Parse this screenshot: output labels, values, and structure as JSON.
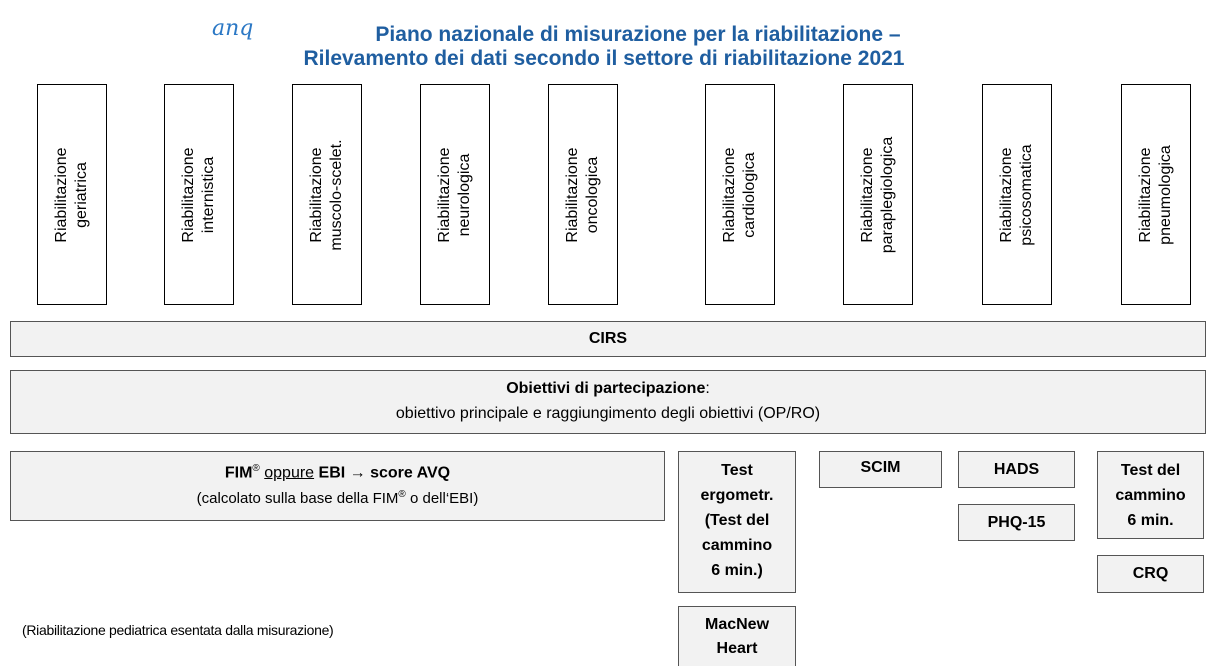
{
  "header": {
    "logo": "anq",
    "title_line1": "Piano nazionale di misurazione per la riabilitazione –",
    "title_line2": "Rilevamento dei dati secondo il settore di riabilitazione 2021"
  },
  "sectors": [
    {
      "line1": "Riabilitazione",
      "line2": "geriatrica"
    },
    {
      "line1": "Riabilitazione",
      "line2": "internistica"
    },
    {
      "line1": "Riabilitazione",
      "line2": "muscolo-scelet."
    },
    {
      "line1": "Riabilitazione",
      "line2": "neurologica"
    },
    {
      "line1": "Riabilitazione",
      "line2": "oncologica"
    },
    {
      "line1": "Riabilitazione",
      "line2": "cardiologica"
    },
    {
      "line1": "Riabilitazione",
      "line2": "paraplegiologica"
    },
    {
      "line1": "Riabilitazione",
      "line2": "psicosomatica"
    },
    {
      "line1": "Riabilitazione",
      "line2": "pneumologica"
    }
  ],
  "cirs": "CIRS",
  "objectives": {
    "title": "Obiettivi di partecipazione",
    "colon": ":",
    "subtitle": "obiettivo principale e raggiungimento degli obiettivi (OP/RO)"
  },
  "fim": {
    "fim": "FIM",
    "reg": "®",
    "oppure": "oppure",
    "ebi_arrow": "EBI → score AVQ",
    "sub_pre": "(calcolato sulla base della FIM",
    "sub_reg": "®",
    "sub_post": " o dell‘EBI)"
  },
  "test_ergo": [
    "Test",
    "ergometr.",
    "(Test del",
    "cammino",
    "6 min.)"
  ],
  "macnew": [
    "MacNew",
    "Heart"
  ],
  "scim": "SCIM",
  "hads": "HADS",
  "phq": "PHQ-15",
  "test_cammino": [
    "Test del",
    "cammino",
    "6 min."
  ],
  "crq": "CRQ",
  "note": "(Riabilitazione pediatrica esentata dalla misurazione)"
}
